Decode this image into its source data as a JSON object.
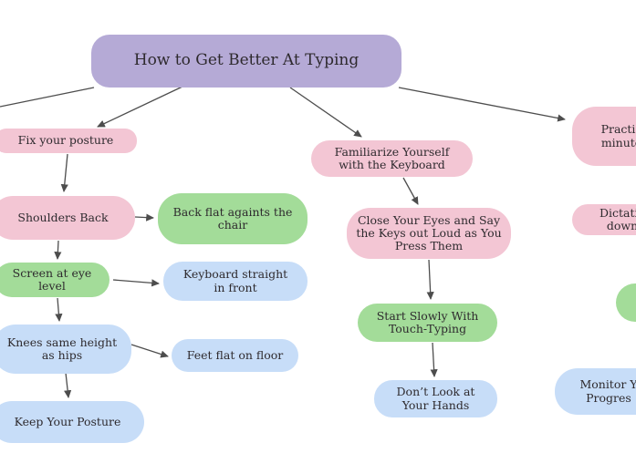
{
  "palette": {
    "title_fill": "#b5aad6",
    "pink": "#f3c6d4",
    "green": "#a3dc99",
    "blue": "#c7ddf8",
    "connector": "#4d4d4d",
    "text": "#2e2a2e",
    "background": "#ffffff"
  },
  "title": {
    "text": "How to Get Better At Typing"
  },
  "nodes": {
    "fix_posture": {
      "lines": [
        "Fix your posture"
      ]
    },
    "shoulders_back": {
      "lines": [
        "Shoulders Back"
      ]
    },
    "back_flat_chair": {
      "lines": [
        "Back flat againts the",
        "chair"
      ]
    },
    "screen_eye_level": {
      "lines": [
        "Screen at eye",
        "level"
      ]
    },
    "keyboard_straight": {
      "lines": [
        "Keyboard straight",
        "in front"
      ]
    },
    "knees_same_height": {
      "lines": [
        "Knees same height",
        "as hips"
      ]
    },
    "feet_flat": {
      "lines": [
        "Feet flat on floor"
      ]
    },
    "keep_posture": {
      "lines": [
        "Keep Your Posture"
      ]
    },
    "familiarize": {
      "lines": [
        "Familiarize Yourself",
        "with the Keyboard"
      ]
    },
    "close_eyes": {
      "lines": [
        "Close Your Eyes and Say",
        "the Keys out Loud as You",
        "Press Them"
      ]
    },
    "start_slowly": {
      "lines": [
        "Start Slowly With",
        "Touch-Typing"
      ]
    },
    "dont_look": {
      "lines": [
        "Don’t Look at",
        "Your Hands"
      ]
    },
    "practice_clipped": {
      "lines": [
        "Practic",
        "minute"
      ]
    },
    "dictation_clipped": {
      "lines": [
        "Dictatio",
        "down"
      ]
    },
    "monitor_clipped": {
      "lines": [
        "Monitor Y",
        "Progres"
      ]
    }
  },
  "edges": [
    {
      "from": "title",
      "to": "offscreen-left"
    },
    {
      "from": "title",
      "to": "fix_posture"
    },
    {
      "from": "title",
      "to": "familiarize"
    },
    {
      "from": "title",
      "to": "practice_clipped"
    },
    {
      "from": "fix_posture",
      "to": "shoulders_back"
    },
    {
      "from": "shoulders_back",
      "to": "back_flat_chair"
    },
    {
      "from": "shoulders_back",
      "to": "screen_eye_level"
    },
    {
      "from": "screen_eye_level",
      "to": "keyboard_straight"
    },
    {
      "from": "screen_eye_level",
      "to": "knees_same_height"
    },
    {
      "from": "knees_same_height",
      "to": "feet_flat"
    },
    {
      "from": "knees_same_height",
      "to": "keep_posture"
    },
    {
      "from": "familiarize",
      "to": "close_eyes"
    },
    {
      "from": "close_eyes",
      "to": "start_slowly"
    },
    {
      "from": "start_slowly",
      "to": "dont_look"
    }
  ]
}
